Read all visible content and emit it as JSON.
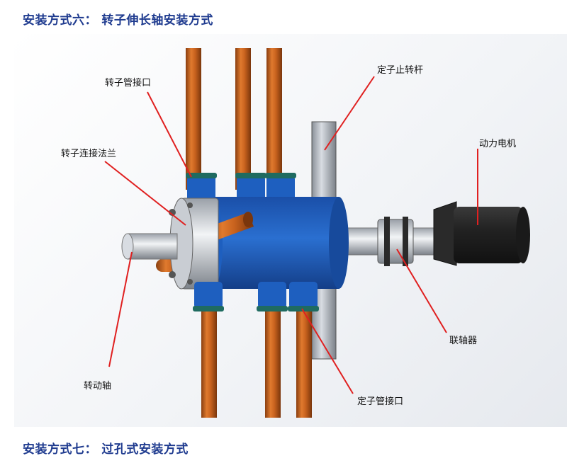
{
  "headings": {
    "section6": "安装方式六： 转子伸长轴安装方式",
    "section7": "安装方式七： 过孔式安装方式"
  },
  "labels": {
    "rotor_pipe_port": "转子管接口",
    "rotor_flange": "转子连接法兰",
    "stator_stop_rod": "定子止转杆",
    "motor": "动力电机",
    "coupling": "联轴器",
    "shaft": "转动轴",
    "stator_pipe_port": "定子管接口"
  },
  "colors": {
    "heading": "#1f3b8f",
    "body_blue": "#1e5fbf",
    "pipe_copper": "#c8621e",
    "leader_red": "#e02020"
  }
}
